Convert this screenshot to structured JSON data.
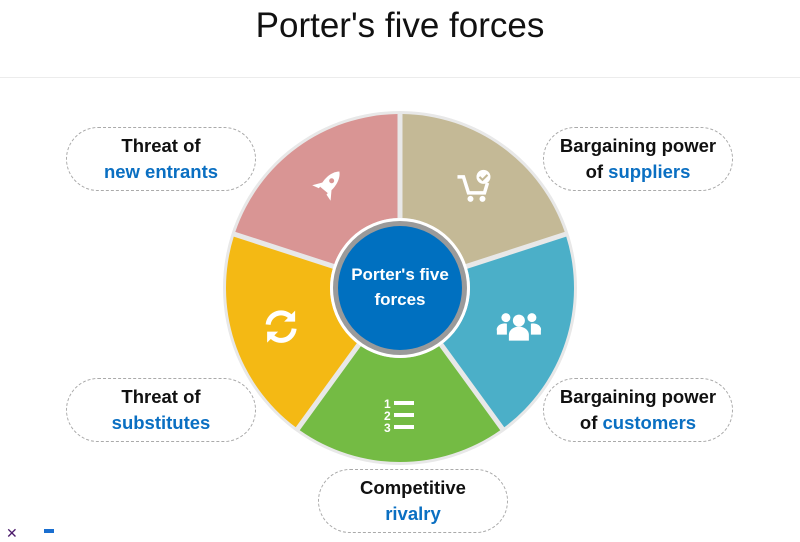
{
  "title": "Porter's five forces",
  "center": {
    "line1": "Porter's five",
    "line2": "forces"
  },
  "forces": [
    {
      "line1": "Bargaining power",
      "line2_pre": "of ",
      "line2_blue": "suppliers",
      "icon": "cart-check-icon",
      "color": "#c4b996"
    },
    {
      "line1": "Bargaining power",
      "line2_pre": "of ",
      "line2_blue": "customers",
      "icon": "users-group-icon",
      "color": "#4bafc8"
    },
    {
      "line1": "Competitive",
      "line2_pre": "",
      "line2_blue": "rivalry",
      "icon": "numbered-list-icon",
      "color": "#74bb44"
    },
    {
      "line1": "Threat of",
      "line2_pre": "",
      "line2_blue": "substitutes",
      "icon": "refresh-icon",
      "color": "#f4b914"
    },
    {
      "line1": "Threat of",
      "line2_pre": "",
      "line2_blue": "new entrants",
      "icon": "rocket-icon",
      "color": "#d99594"
    }
  ],
  "colors": {
    "center": "#0070c0",
    "accent_text": "#0a6fc2"
  }
}
